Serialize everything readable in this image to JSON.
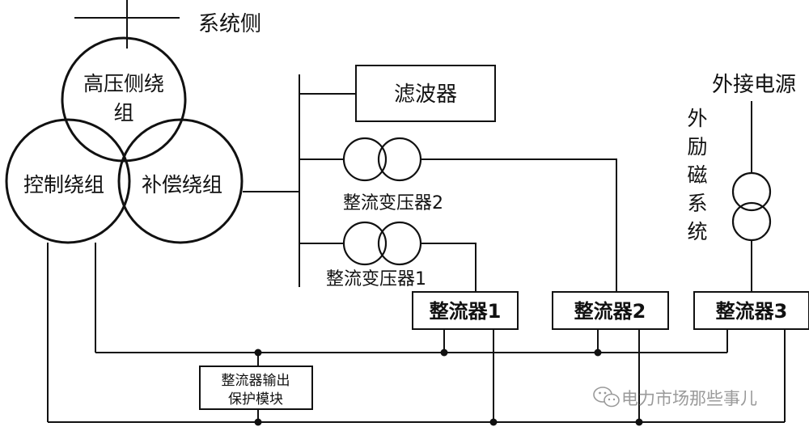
{
  "labels": {
    "system_side": "系统侧",
    "hv_winding_line1": "高压侧绕",
    "hv_winding_line2": "组",
    "control_winding": "控制绕组",
    "compensation_winding": "补偿绕组",
    "filter": "滤波器",
    "rect_transformer_2": "整流变压器2",
    "rect_transformer_1": "整流变压器1",
    "rectifier_1": "整流器1",
    "rectifier_2": "整流器2",
    "rectifier_3": "整流器3",
    "external_power": "外接电源",
    "excitation_chars": [
      "外",
      "励",
      "磁",
      "系",
      "统"
    ],
    "protection_line1": "整流器输出",
    "protection_line2": "保护模块",
    "watermark": "电力市场那些事儿"
  },
  "icons": {
    "watermark_icon": "wechat-icon"
  },
  "colors": {
    "line": "#111111",
    "watermark_text": "#9a9a9a",
    "background": "#ffffff"
  }
}
